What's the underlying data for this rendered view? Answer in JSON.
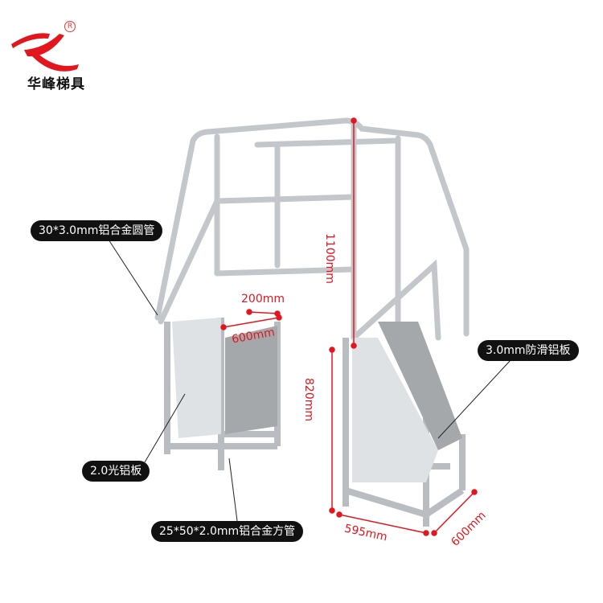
{
  "logo": {
    "brand_name": "华峰梯具",
    "registered_mark": "R",
    "color": "#e3161e"
  },
  "callouts": {
    "round_tube": "30*3.0mm铝合金圆管",
    "anti_slip_plate": "3.0mm防滑铝板",
    "smooth_plate": "2.0光铝板",
    "square_tube": "25*50*2.0mm铝合金方管"
  },
  "dimensions": {
    "height_total": "1100mm",
    "platform_width": "200mm",
    "platform_length": "600mm",
    "step_height": "820mm",
    "base_width": "595mm",
    "base_depth": "600mm"
  },
  "colors": {
    "dimension": "#e3161e",
    "callout_bg": "#111111",
    "frame": "#c8ccd0"
  }
}
